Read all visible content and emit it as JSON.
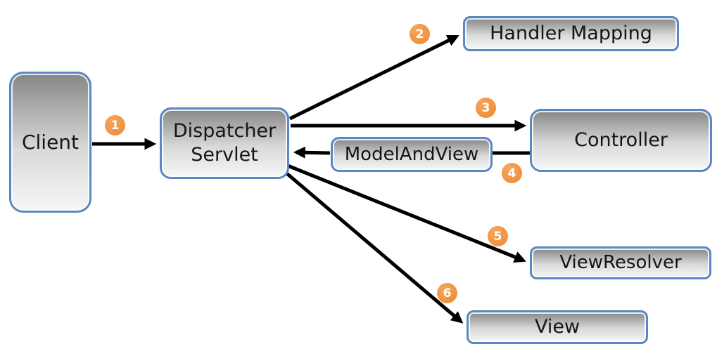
{
  "colors": {
    "box_border_blue": "#5b87c2",
    "box_gradient_top": "#868686",
    "box_gradient_bottom": "#f6f6f6",
    "badge_orange": "#f0913e",
    "arrow_black": "#000000",
    "label_text": "#151515",
    "badge_text": "#ffffff"
  },
  "nodes": {
    "client": {
      "label": "Client"
    },
    "dispatcher_servlet": {
      "line1": "Dispatcher",
      "line2": "Servlet"
    },
    "handler_mapping": {
      "label": "Handler Mapping"
    },
    "controller": {
      "label": "Controller"
    },
    "model_and_view": {
      "label": "ModelAndView"
    },
    "view_resolver": {
      "label": "ViewResolver"
    },
    "view": {
      "label": "View"
    }
  },
  "badges": {
    "step1": "1",
    "step2": "2",
    "step3": "3",
    "step4": "4",
    "step5": "5",
    "step6": "6"
  }
}
